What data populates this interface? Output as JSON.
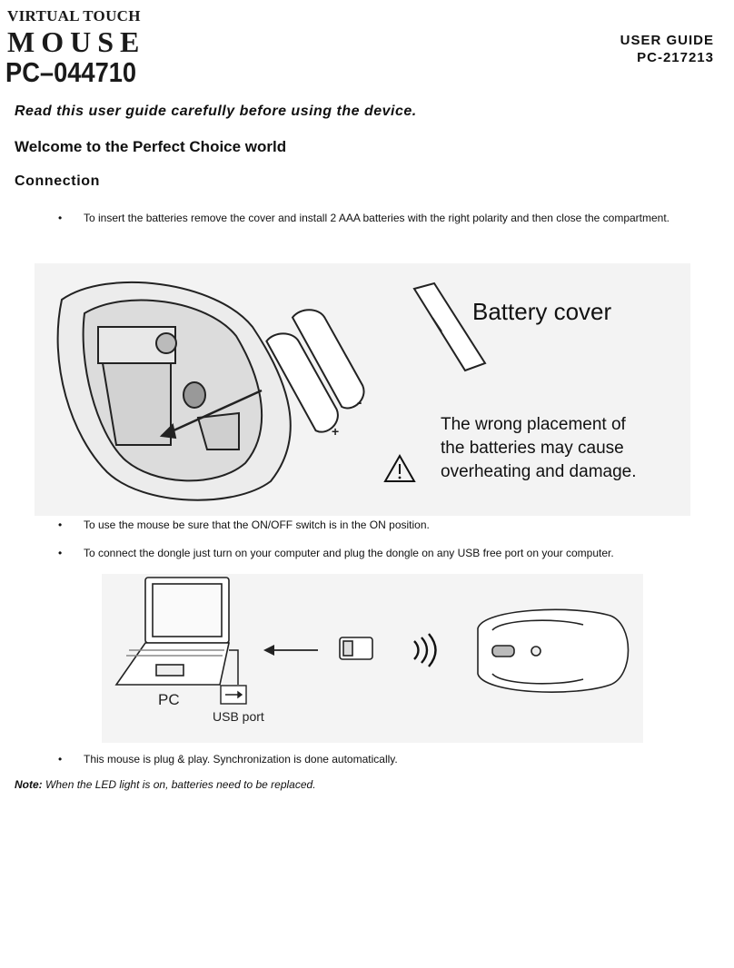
{
  "header": {
    "brand_line1": "VIRTUAL TOUCH",
    "brand_line2": "MOUSE",
    "model_code": "PC–044710",
    "guide_title": "USER GUIDE",
    "guide_code": "PC-217213"
  },
  "intro": {
    "read_notice": "Read this user guide carefully before using the device.",
    "welcome": "Welcome to the Perfect Choice world",
    "section_title": "Connection"
  },
  "bullets": [
    "To insert the batteries remove the cover and install 2 AAA batteries with the right polarity and then close the compartment.",
    "To use the mouse be sure that the ON/OFF switch is in the ON position.",
    "To connect the dongle just turn on your computer and plug the dongle on any USB free port on your computer.",
    "This mouse is plug & play. Synchronization is done automatically."
  ],
  "bullet_symbol": "•",
  "figure_battery": {
    "cover_label": "Battery cover",
    "warning_line1": "The wrong placement of",
    "warning_line2": "the batteries may cause",
    "warning_line3": "overheating and damage.",
    "minus": "-",
    "plus": "+"
  },
  "figure_connect": {
    "pc_label": "PC",
    "usb_label": "USB port"
  },
  "note": {
    "label": "Note:",
    "text": "When the LED light is on, batteries need to be replaced."
  }
}
